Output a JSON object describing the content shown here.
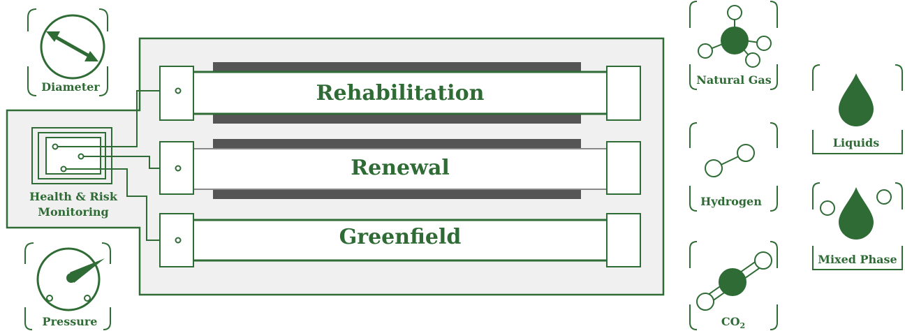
{
  "colors": {
    "green": "#2f6b35",
    "panel_fill": "#f0f0f0",
    "sleeve": "#555555",
    "white": "#ffffff"
  },
  "pipes": {
    "rehabilitation": "Rehabilitation",
    "renewal": "Renewal",
    "greenfield": "Greenfield"
  },
  "monitor": {
    "line1": "Health & Risk",
    "line2": "Monitoring"
  },
  "gauges": {
    "diameter": "Diameter",
    "pressure": "Pressure"
  },
  "fluids": {
    "natural_gas": "Natural Gas",
    "hydrogen": "Hydrogen",
    "co2_main": "CO",
    "co2_sub": "2",
    "liquids": "Liquids",
    "mixed_phase": "Mixed Phase"
  },
  "icons": {
    "diameter": "diameter-gauge-icon",
    "pressure": "pressure-gauge-icon",
    "natural_gas": "molecule-icon",
    "hydrogen": "hydrogen-molecule-icon",
    "co2": "co2-molecule-icon",
    "liquids": "droplet-icon",
    "mixed_phase": "droplet-with-bubbles-icon",
    "monitor": "circuit-board-icon"
  }
}
